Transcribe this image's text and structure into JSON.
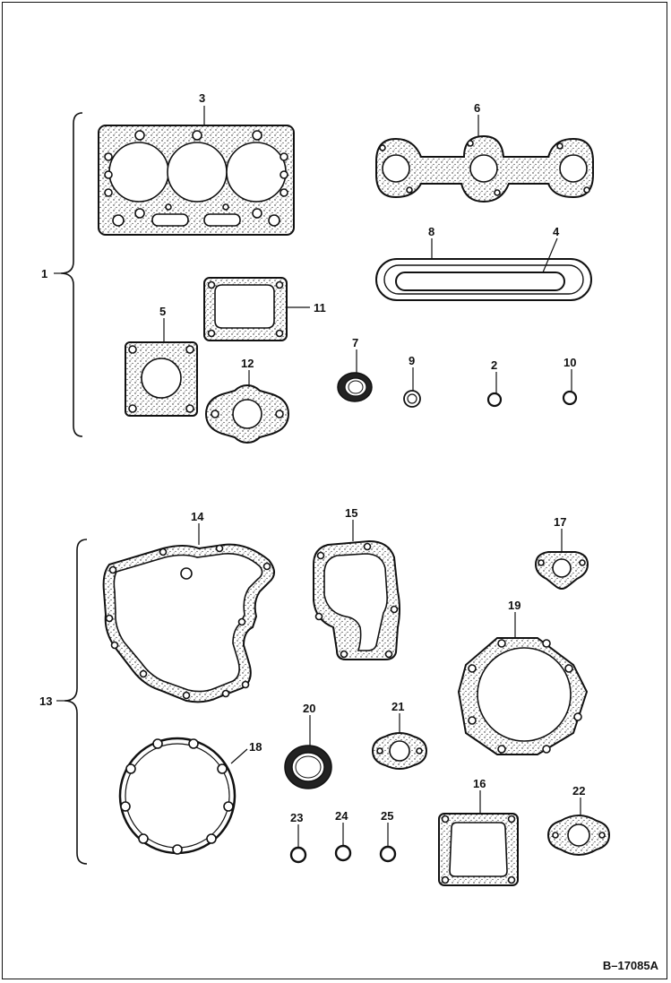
{
  "figure_code": "B–17085A",
  "groups": [
    {
      "label": "1"
    },
    {
      "label": "13"
    }
  ],
  "callouts": [
    {
      "id": "c1",
      "label": "1"
    },
    {
      "id": "c2",
      "label": "2"
    },
    {
      "id": "c3",
      "label": "3"
    },
    {
      "id": "c4",
      "label": "4"
    },
    {
      "id": "c5",
      "label": "5"
    },
    {
      "id": "c6",
      "label": "6"
    },
    {
      "id": "c7",
      "label": "7"
    },
    {
      "id": "c8",
      "label": "8"
    },
    {
      "id": "c9",
      "label": "9"
    },
    {
      "id": "c10",
      "label": "10"
    },
    {
      "id": "c11",
      "label": "11"
    },
    {
      "id": "c12",
      "label": "12"
    },
    {
      "id": "c13",
      "label": "13"
    },
    {
      "id": "c14",
      "label": "14"
    },
    {
      "id": "c15",
      "label": "15"
    },
    {
      "id": "c16",
      "label": "16"
    },
    {
      "id": "c17",
      "label": "17"
    },
    {
      "id": "c18",
      "label": "18"
    },
    {
      "id": "c19",
      "label": "19"
    },
    {
      "id": "c20",
      "label": "20"
    },
    {
      "id": "c21",
      "label": "21"
    },
    {
      "id": "c22",
      "label": "22"
    },
    {
      "id": "c23",
      "label": "23"
    },
    {
      "id": "c24",
      "label": "24"
    },
    {
      "id": "c25",
      "label": "25"
    }
  ]
}
